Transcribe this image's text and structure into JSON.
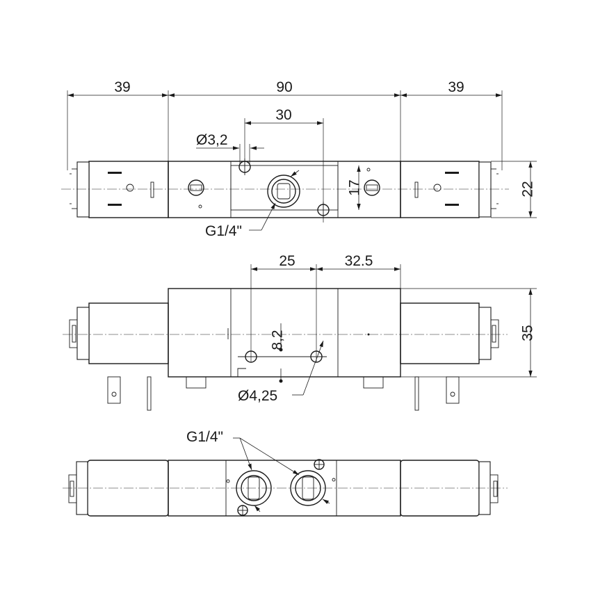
{
  "dimensions": {
    "top_left": "39",
    "top_center": "90",
    "top_right": "39",
    "port_spacing": "30",
    "hole_dia": "Ø3,2",
    "port_thread_top": "G1/4\"",
    "height_top": "17",
    "width_top": "22",
    "front_left": "25",
    "front_right": "32.5",
    "front_vertical": "8,2",
    "front_height": "35",
    "front_hole_dia": "Ø4,25",
    "port_thread_bottom": "G1/4\""
  }
}
